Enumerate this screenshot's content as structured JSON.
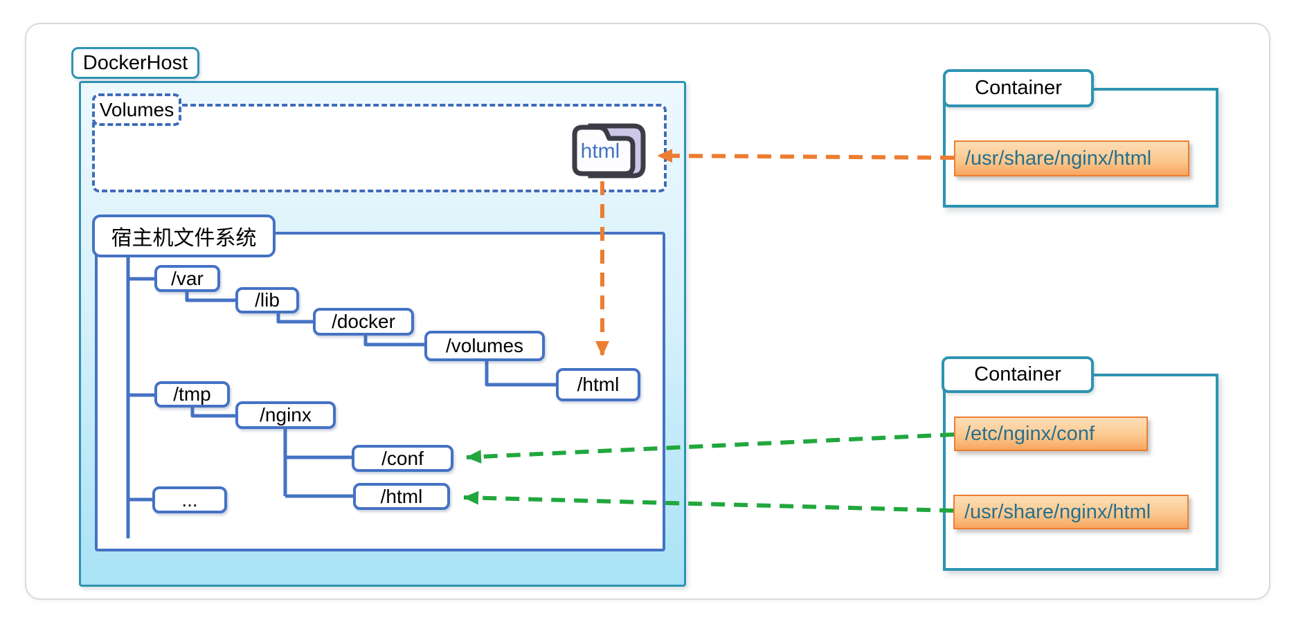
{
  "diagram": {
    "docker_host": {
      "label": "DockerHost"
    },
    "volumes_section": {
      "label": "Volumes",
      "volume_name": "html"
    },
    "filesystem": {
      "label": "宿主机文件系统",
      "nodes": [
        "/var",
        "/lib",
        "/docker",
        "/volumes",
        "/html",
        "/tmp",
        "/nginx",
        "/conf",
        "/html",
        "..."
      ]
    },
    "containers": [
      {
        "label": "Container",
        "mounts": [
          "/usr/share/nginx/html"
        ]
      },
      {
        "label": "Container",
        "mounts": [
          "/etc/nginx/conf",
          "/usr/share/nginx/html"
        ]
      }
    ],
    "colors": {
      "host_border_teal": "#2e93b1",
      "tree_blue": "#4472c4",
      "volumes_dashed_blue": "#3e6cb8",
      "arrow_orange": "#ed7d31",
      "arrow_green": "#21a73d",
      "mount_fill": "#f8a660",
      "mount_text_teal": "#25708e",
      "host_fill_top": "#edf8fe",
      "host_fill_bottom": "#a9e2f6",
      "folder_text_blue": "#4472c4",
      "folder_flap_purple": "#cdc7e8"
    }
  }
}
